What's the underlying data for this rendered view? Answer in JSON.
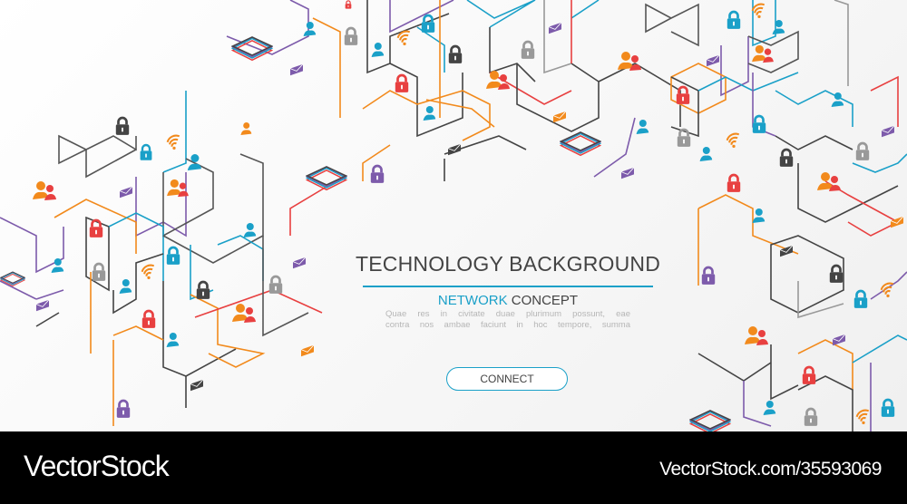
{
  "banner": {
    "title": "TECHNOLOGY BACKGROUND",
    "subtitle_accent": "NETWORK",
    "subtitle_rest": " CONCEPT",
    "body_line1": "Quae res in civitate duae plurimum possunt, eae",
    "body_line2": "contra nos ambae faciunt in hoc tempore, summa",
    "button_label": "CONNECT"
  },
  "footer": {
    "brand": "VectorStock",
    "url": "VectorStock.com/35593069"
  },
  "colors": {
    "accent": "#1aa0c8",
    "orange": "#f28a1c",
    "red": "#e84040",
    "purple": "#7d5bab",
    "gray": "#999999",
    "dark": "#444444"
  },
  "icons": [
    "lock-icon",
    "user-icon",
    "users-icon",
    "wifi-icon",
    "mail-icon",
    "layers-icon"
  ]
}
